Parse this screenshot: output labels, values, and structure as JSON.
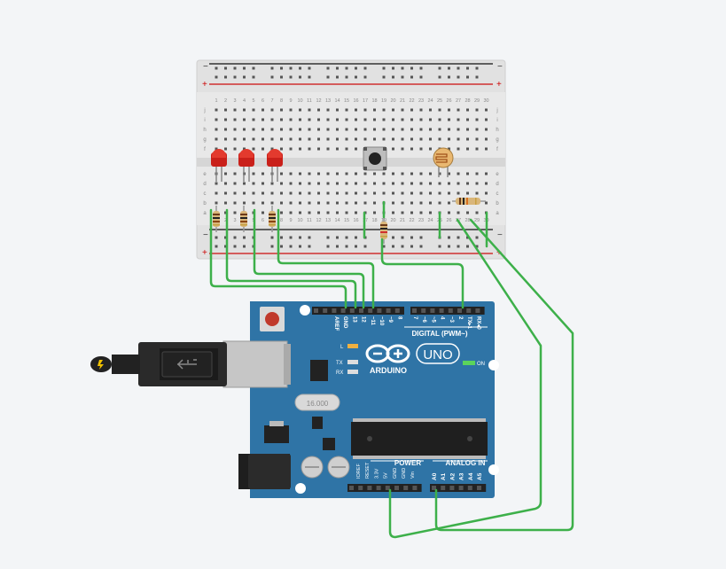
{
  "breadboard": {
    "rail_minus": "−",
    "rail_plus": "+",
    "row_letters_top": [
      "j",
      "i",
      "h",
      "g",
      "f"
    ],
    "row_letters_bottom": [
      "e",
      "d",
      "c",
      "b",
      "a"
    ],
    "columns": 30
  },
  "components": {
    "leds": [
      {
        "name": "led-1",
        "color": "#d8281e"
      },
      {
        "name": "led-2",
        "color": "#d8281e"
      },
      {
        "name": "led-3",
        "color": "#d8281e"
      }
    ],
    "pushbutton": "pushbutton",
    "photoresistor": "photoresistor"
  },
  "arduino": {
    "logo_text": "ARDUINO",
    "model": "UNO",
    "digital_label": "DIGITAL (PWM~)",
    "digital_pins": [
      "AREF",
      "GND",
      "13",
      "12",
      "~11",
      "~10",
      "~9",
      "8",
      "7",
      "~6",
      "~5",
      "4",
      "~3",
      "2",
      "TX▸1",
      "RX◂0"
    ],
    "power_label": "POWER",
    "power_pins": [
      "IOREF",
      "RESET",
      "3.3V",
      "5V",
      "GND",
      "GND",
      "Vin"
    ],
    "analog_label": "ANALOG IN",
    "analog_pins": [
      "A0",
      "A1",
      "A2",
      "A3",
      "A4",
      "A5"
    ],
    "led_l": "L",
    "led_tx": "TX",
    "led_rx": "RX",
    "on_label": "ON",
    "crystal_text": "16.000"
  },
  "colors": {
    "board": "#2d6fa0",
    "wire": "#3db04a",
    "breadboard": "#e3e3e3"
  }
}
